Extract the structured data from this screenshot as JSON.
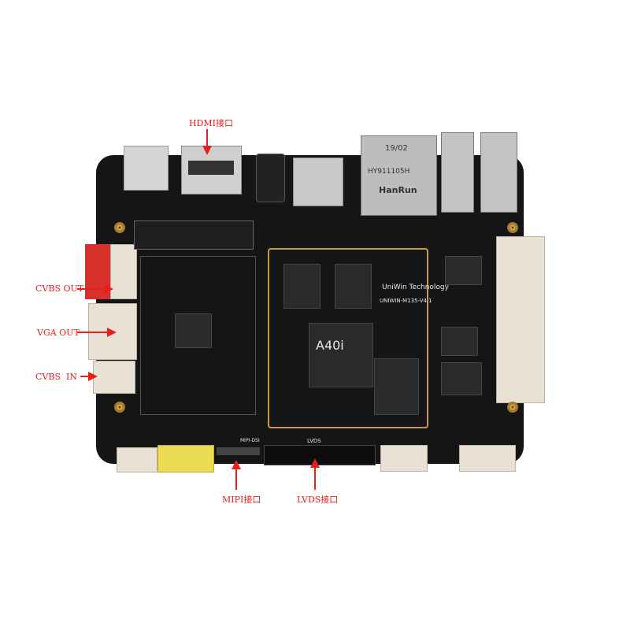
{
  "annotations": {
    "hdmi": "HDMI接口",
    "cvbs_out": "CVBS OUT",
    "vga_out": "VGA OUT",
    "cvbs_in": "CVBS  IN",
    "mipi": "MIPI接口",
    "lvds": "LVDS接口"
  },
  "board_markings": {
    "soc": "A40i",
    "model": "UNIWIN-M135-V4.1",
    "brand": "UniWin Technology",
    "ethernet_brand": "HanRun",
    "ethernet_part": "HY911105H",
    "ethernet_date": "19/02",
    "lvds": "LVDS",
    "mipi": "MIPI-DSI"
  },
  "colors": {
    "annotation": "#e8201c",
    "board": "#151515"
  }
}
